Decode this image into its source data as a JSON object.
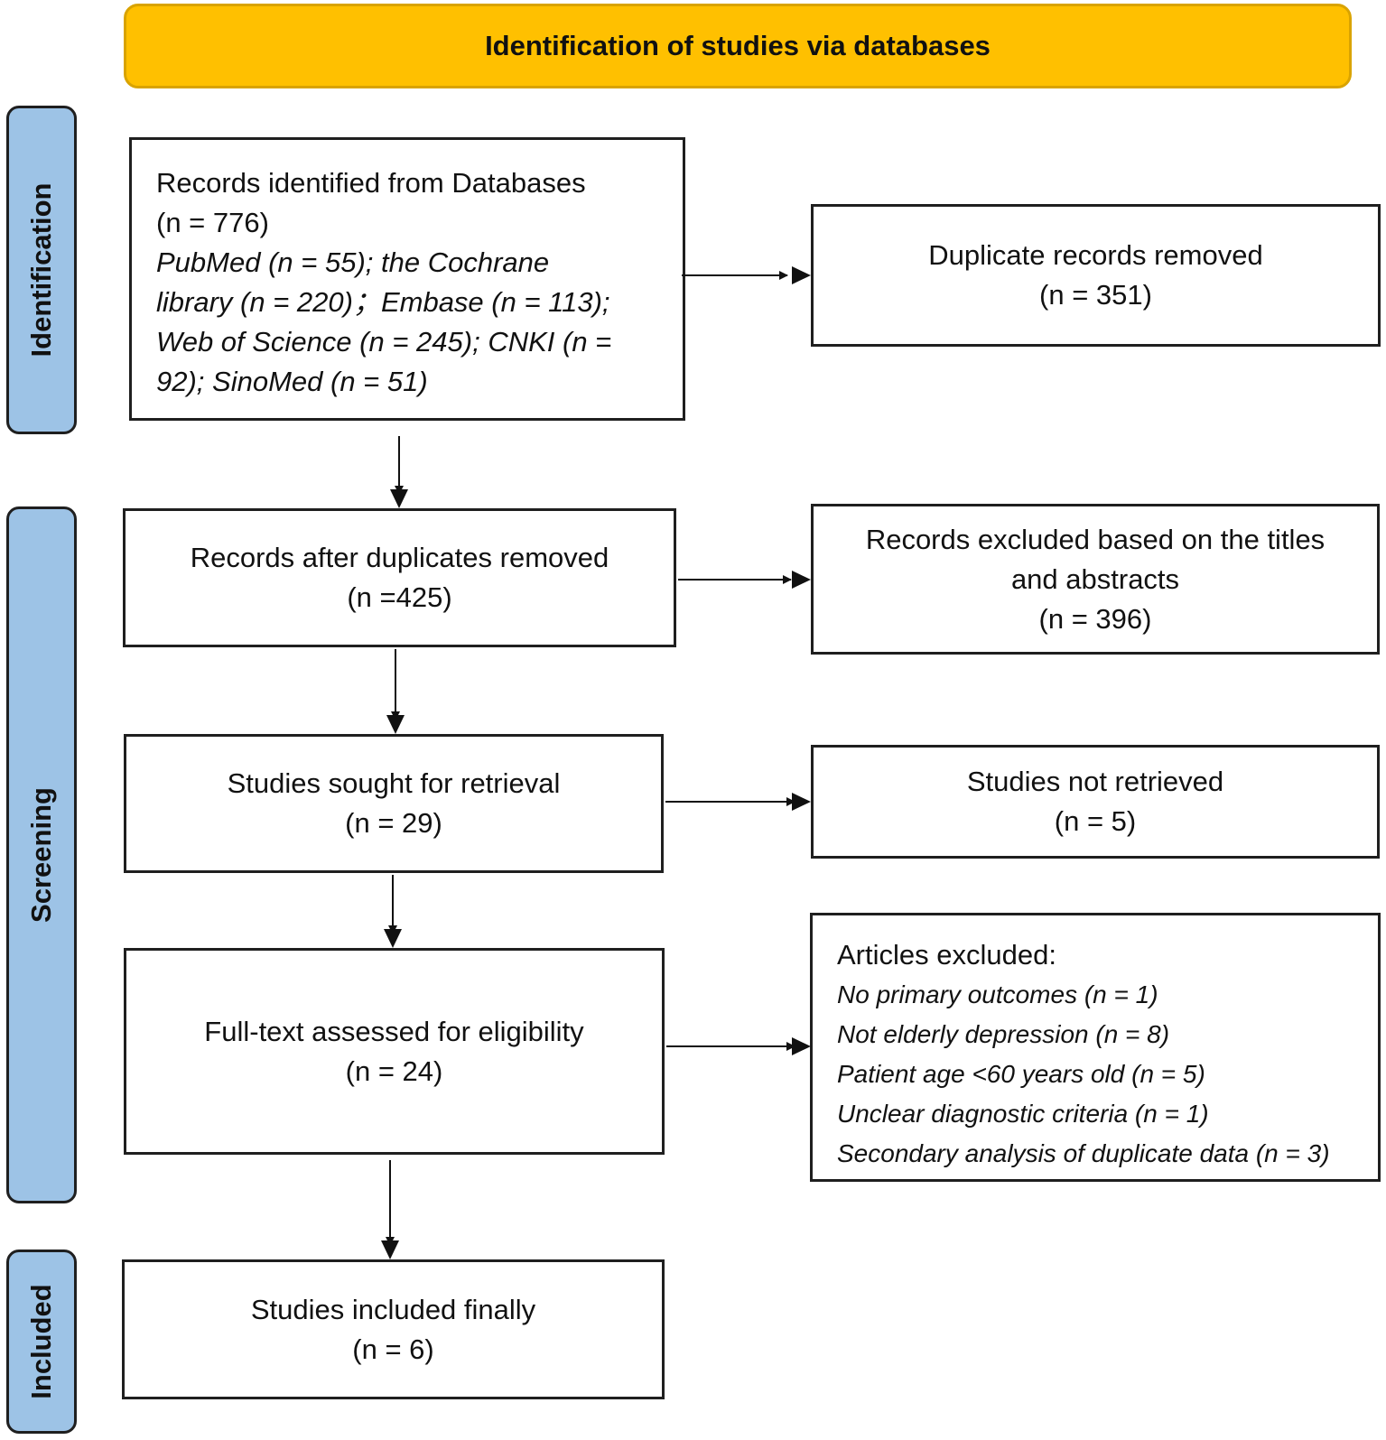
{
  "header": {
    "title": "Identification of studies via databases"
  },
  "stages": {
    "identification": "Identification",
    "screening": "Screening",
    "included": "Included"
  },
  "boxes": {
    "records_identified": {
      "title": "Records identified from Databases",
      "count": "(n = 776)",
      "sources": [
        "PubMed (n = 55); the Cochrane",
        "library (n = 220)；Embase (n = 113);",
        "Web of Science (n = 245); CNKI (n =",
        "92); SinoMed (n = 51)"
      ]
    },
    "duplicates_removed": {
      "title": "Duplicate records removed",
      "count": "(n = 351)"
    },
    "after_duplicates": {
      "title": "Records after duplicates removed",
      "count": "(n =425)"
    },
    "excluded_titles": {
      "title_line1": "Records excluded based on the titles",
      "title_line2": "and abstracts",
      "count": "(n = 396)"
    },
    "sought_retrieval": {
      "title": "Studies sought for retrieval",
      "count": "(n = 29)"
    },
    "not_retrieved": {
      "title": "Studies not retrieved",
      "count": "(n = 5)"
    },
    "full_text": {
      "title": "Full-text assessed for eligibility",
      "count": "(n = 24)"
    },
    "articles_excluded": {
      "title": "Articles excluded:",
      "reasons": [
        "No primary outcomes (n = 1)",
        "Not elderly depression (n = 8)",
        "Patient age <60 years old (n = 5)",
        "Unclear diagnostic criteria (n = 1)",
        "Secondary analysis of duplicate data (n = 3)"
      ]
    },
    "included_finally": {
      "title": "Studies included finally",
      "count": "(n = 6)"
    }
  },
  "colors": {
    "header_fill": "#ffc000",
    "stage_fill": "#9dc3e6",
    "border": "#1f1f1f"
  }
}
